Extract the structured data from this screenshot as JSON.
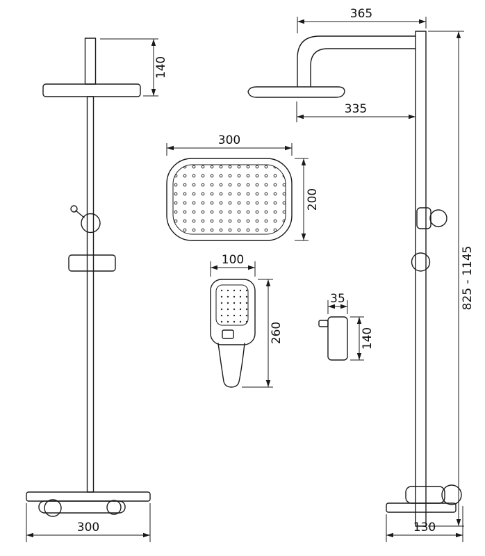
{
  "page": {
    "background": "#ffffff",
    "ink": "#1a1a1a",
    "description": "Technical dimension drawing of a shower column set (front view, side view, rain head, hand shower, wall bracket)"
  },
  "views": {
    "front": {
      "dims": {
        "head_drop": "140",
        "base_width": "300"
      }
    },
    "side": {
      "dims": {
        "arm_reach": "365",
        "head_reach": "335",
        "height_range": "825 - 1145",
        "base_depth": "130"
      }
    },
    "rain_head": {
      "dims": {
        "width": "300",
        "depth": "200"
      }
    },
    "hand_shower": {
      "dims": {
        "width": "100",
        "length": "260"
      }
    },
    "bracket": {
      "dims": {
        "width": "35",
        "height": "140"
      }
    }
  }
}
